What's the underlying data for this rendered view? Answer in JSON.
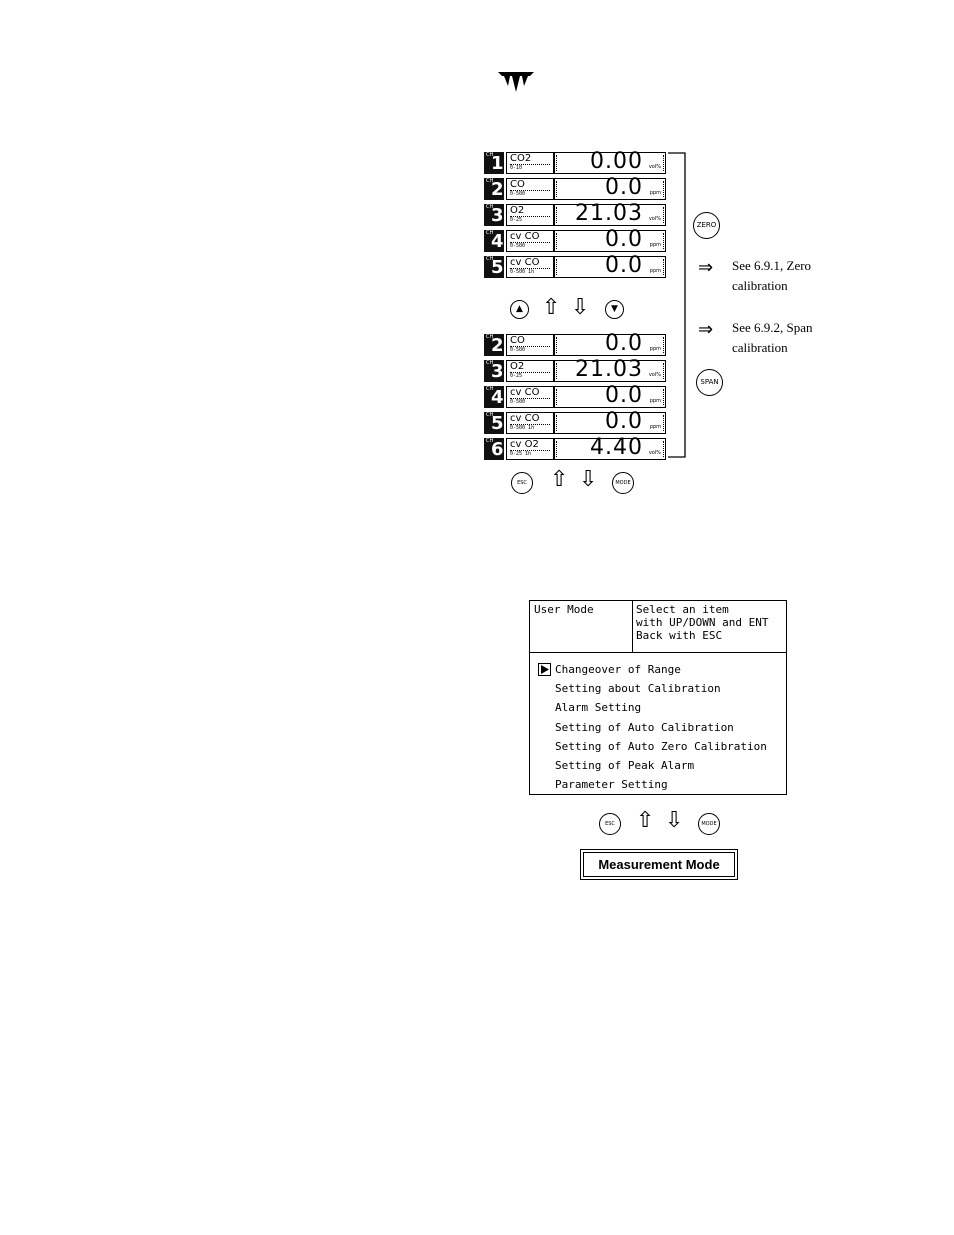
{
  "logo": {
    "icon": "teledyne-logo-icon"
  },
  "screen_a": {
    "channels": [
      {
        "ch_tag": "CH",
        "num": "1",
        "gas": "CO2",
        "range": "0-10",
        "value": "0.00",
        "unit": "vol%"
      },
      {
        "ch_tag": "CH",
        "num": "2",
        "gas": "CO",
        "range": "0-500",
        "value": "0.0",
        "unit": "ppm"
      },
      {
        "ch_tag": "CH",
        "num": "3",
        "gas": "O2",
        "range": "0-25",
        "value": "21.03",
        "unit": "vol%"
      },
      {
        "ch_tag": "CH",
        "num": "4",
        "gas": "cv CO",
        "range": "0-500",
        "value": "0.0",
        "unit": "ppm"
      },
      {
        "ch_tag": "CH",
        "num": "5",
        "gas": "cv CO",
        "range": "0-500 1h",
        "value": "0.0",
        "unit": "ppm"
      }
    ]
  },
  "nav_a": {
    "up_button": "▲",
    "down_button": "▼",
    "up_arrow": "⇧",
    "down_arrow": "⇩"
  },
  "screen_b": {
    "channels": [
      {
        "ch_tag": "CH",
        "num": "2",
        "gas": "CO",
        "range": "0-500",
        "value": "0.0",
        "unit": "ppm"
      },
      {
        "ch_tag": "CH",
        "num": "3",
        "gas": "O2",
        "range": "0-25",
        "value": "21.03",
        "unit": "vol%"
      },
      {
        "ch_tag": "CH",
        "num": "4",
        "gas": "cv CO",
        "range": "0-500",
        "value": "0.0",
        "unit": "ppm"
      },
      {
        "ch_tag": "CH",
        "num": "5",
        "gas": "cv CO",
        "range": "0-500 1h",
        "value": "0.0",
        "unit": "ppm"
      },
      {
        "ch_tag": "CH",
        "num": "6",
        "gas": "cv O2",
        "range": "0-25 1h",
        "value": "4.40",
        "unit": "vol%"
      }
    ]
  },
  "nav_b": {
    "esc_button": "ESC",
    "mode_button": "MODE",
    "up_arrow": "⇧",
    "down_arrow": "⇩"
  },
  "side": {
    "zero_button": "ZERO",
    "span_button": "SPAN",
    "arrow": "⇒",
    "note_zero_1": "See 6.9.1, Zero",
    "note_zero_2": "calibration",
    "note_span_1": "See 6.9.2, Span",
    "note_span_2": "calibration"
  },
  "user_mode": {
    "title": "User Mode",
    "instructions": [
      "Select an item",
      "with UP/DOWN and ENT",
      "Back with ESC"
    ],
    "items": [
      "Changeover of Range",
      "Setting about Calibration",
      "Alarm Setting",
      "Setting of Auto Calibration",
      "Setting of Auto Zero Calibration",
      "Setting of Peak Alarm",
      "Parameter Setting"
    ],
    "selected_index": 0
  },
  "nav_c": {
    "esc_button": "ESC",
    "mode_button": "MODE",
    "up_arrow": "⇧",
    "down_arrow": "⇩"
  },
  "measurement_mode_button": "Measurement Mode"
}
